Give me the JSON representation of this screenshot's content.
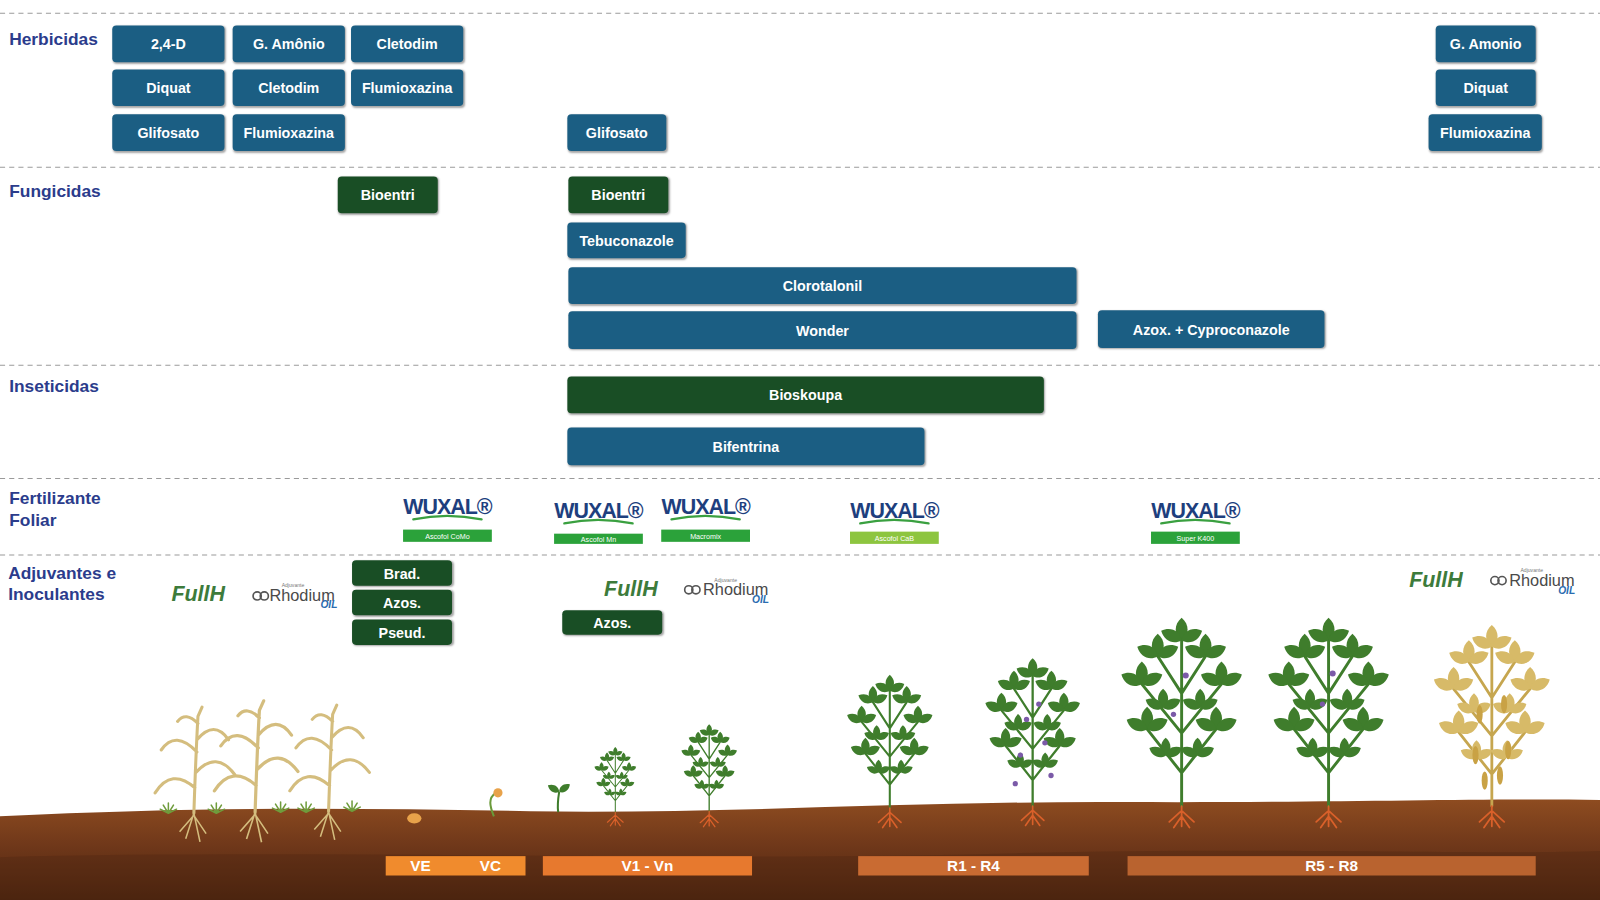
{
  "diagram": {
    "nodes": [
      {
        "text": [
          "2,4-D"
        ]
      },
      {
        "text": [
          "G. Amônio"
        ]
      },
      {
        "text": [
          "Cletodim"
        ]
      },
      {
        "text": [
          "G. Amonio"
        ]
      },
      {
        "text": [
          "Diquat"
        ]
      },
      {
        "text": [
          "Cletodim"
        ]
      },
      {
        "text": [
          "Flumioxazina"
        ]
      },
      {
        "text": [
          "Diquat"
        ]
      },
      {
        "text": [
          "Glifosato"
        ]
      },
      {
        "text": [
          "Flumioxazina"
        ]
      },
      {
        "text": [
          "Glifosato"
        ]
      },
      {
        "text": [
          "Flumioxazina"
        ]
      },
      {
        "text": [
          "Bioentri"
        ]
      },
      {
        "text": [
          "Bioentri"
        ]
      },
      {
        "text": [
          "Tebuconazole"
        ]
      },
      {
        "text": [
          "Clorotalonil"
        ]
      },
      {
        "text": [
          "Wonder"
        ]
      },
      {
        "text": [
          "Azox. + Cyproconazole"
        ]
      },
      {
        "text": [
          "Bioskoupa"
        ]
      },
      {
        "text": [
          "Bifentrina"
        ]
      },
      {
        "text": [
          "Ascofol CoMo"
        ]
      },
      {
        "text": [
          "Ascofol Mn"
        ]
      },
      {
        "text": [
          "Macromix"
        ]
      },
      {
        "text": [
          "Ascofol CaB"
        ]
      },
      {
        "text": [
          "Super K400"
        ]
      },
      {
        "text": [
          "Brad."
        ]
      },
      {
        "text": [
          "Azos."
        ]
      },
      {
        "text": [
          "Pseud."
        ]
      },
      {
        "text": [
          "Azos."
        ]
      },
      {
        "text": [
          "VE",
          "VC"
        ]
      },
      {
        "text": [
          "V1 - Vn"
        ]
      },
      {
        "text": [
          "R1 - R4"
        ]
      },
      {
        "text": [
          "R5 - R8"
        ]
      }
    ],
    "labels": [
      "Herbicidas",
      "Fungicidas",
      "Inseticidas",
      "Fertilizante Foliar",
      "WUXAL®",
      "WUXAL®",
      "WUXAL®",
      "WUXAL®",
      "WUXAL®",
      "Adjuvantes e Inoculantes",
      "FullH",
      "Adjuvante",
      "Rhodium",
      "OIL",
      "FullH",
      "Adjuvante",
      "Rhodium",
      "OIL",
      "FullH",
      "Adjuvante",
      "Rhodium",
      "OIL"
    ]
  }
}
